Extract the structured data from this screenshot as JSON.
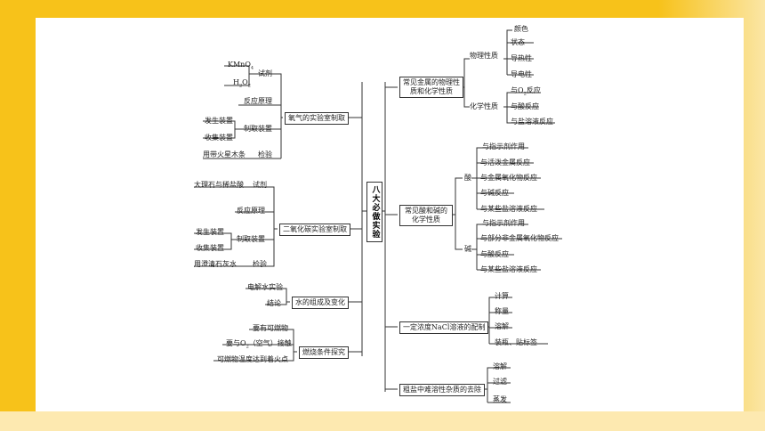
{
  "center": "八大必做实验",
  "left": {
    "oxygen": {
      "title": "氧气的实验室制取",
      "reagent": "试剂",
      "kmno4": "KMnO",
      "kmno4_sub": "4",
      "h2o2": "H",
      "h2o2_sub1": "2",
      "h2o2_mid": "O",
      "h2o2_sub2": "2",
      "principle": "反应原理",
      "apparatus": "制取装置",
      "gen": "发生装置",
      "col": "收集装置",
      "test_item": "用带火星木条",
      "test": "检验"
    },
    "co2": {
      "title": "二氧化碳实验室制取",
      "reagent_item": "大理石与稀盐酸",
      "reagent": "试剂",
      "principle": "反应原理",
      "gen": "发生装置",
      "col": "收集装置",
      "apparatus": "制取装置",
      "test_item": "用澄清石灰水",
      "test": "检验"
    },
    "water": {
      "title": "水的组成及变化",
      "exp": "电解水实验",
      "concl": "结论"
    },
    "burn": {
      "title": "燃烧条件探究",
      "c1": "要有可燃物",
      "c2a": "要与O",
      "c2sub": "2",
      "c2b": "（空气）接触",
      "c3": "可燃物温度达到着火点"
    }
  },
  "right": {
    "metal": {
      "title": "常见金属的物理性质和化学性质",
      "phys": "物理性质",
      "p1": "颜色",
      "p2": "状态",
      "p3": "导热性",
      "p4": "导电性",
      "chem": "化学性质",
      "c1a": "与O",
      "c1sub": "2",
      "c1b": "反应",
      "c2": "与酸反应",
      "c3": "与盐溶液反应"
    },
    "acidbase": {
      "title": "常见酸和碱的化学性质",
      "acid": "酸",
      "a1": "与指示剂作用",
      "a2": "与活泼金属反应",
      "a3": "与金属氧化物反应",
      "a4": "与碱反应",
      "a5": "与某些盐溶液反应",
      "base": "碱",
      "b1": "与指示剂作用",
      "b2": "与部分非金属氧化物反应",
      "b3": "与酸反应",
      "b4": "与某些盐溶液反应"
    },
    "nacl": {
      "title": "一定浓度NaCl溶液的配制",
      "s1": "计算",
      "s2": "称量",
      "s3": "溶解",
      "s4": "装瓶、贴标签"
    },
    "salt": {
      "title": "粗盐中难溶性杂质的去除",
      "s1": "溶解",
      "s2": "过滤",
      "s3": "蒸发"
    }
  }
}
